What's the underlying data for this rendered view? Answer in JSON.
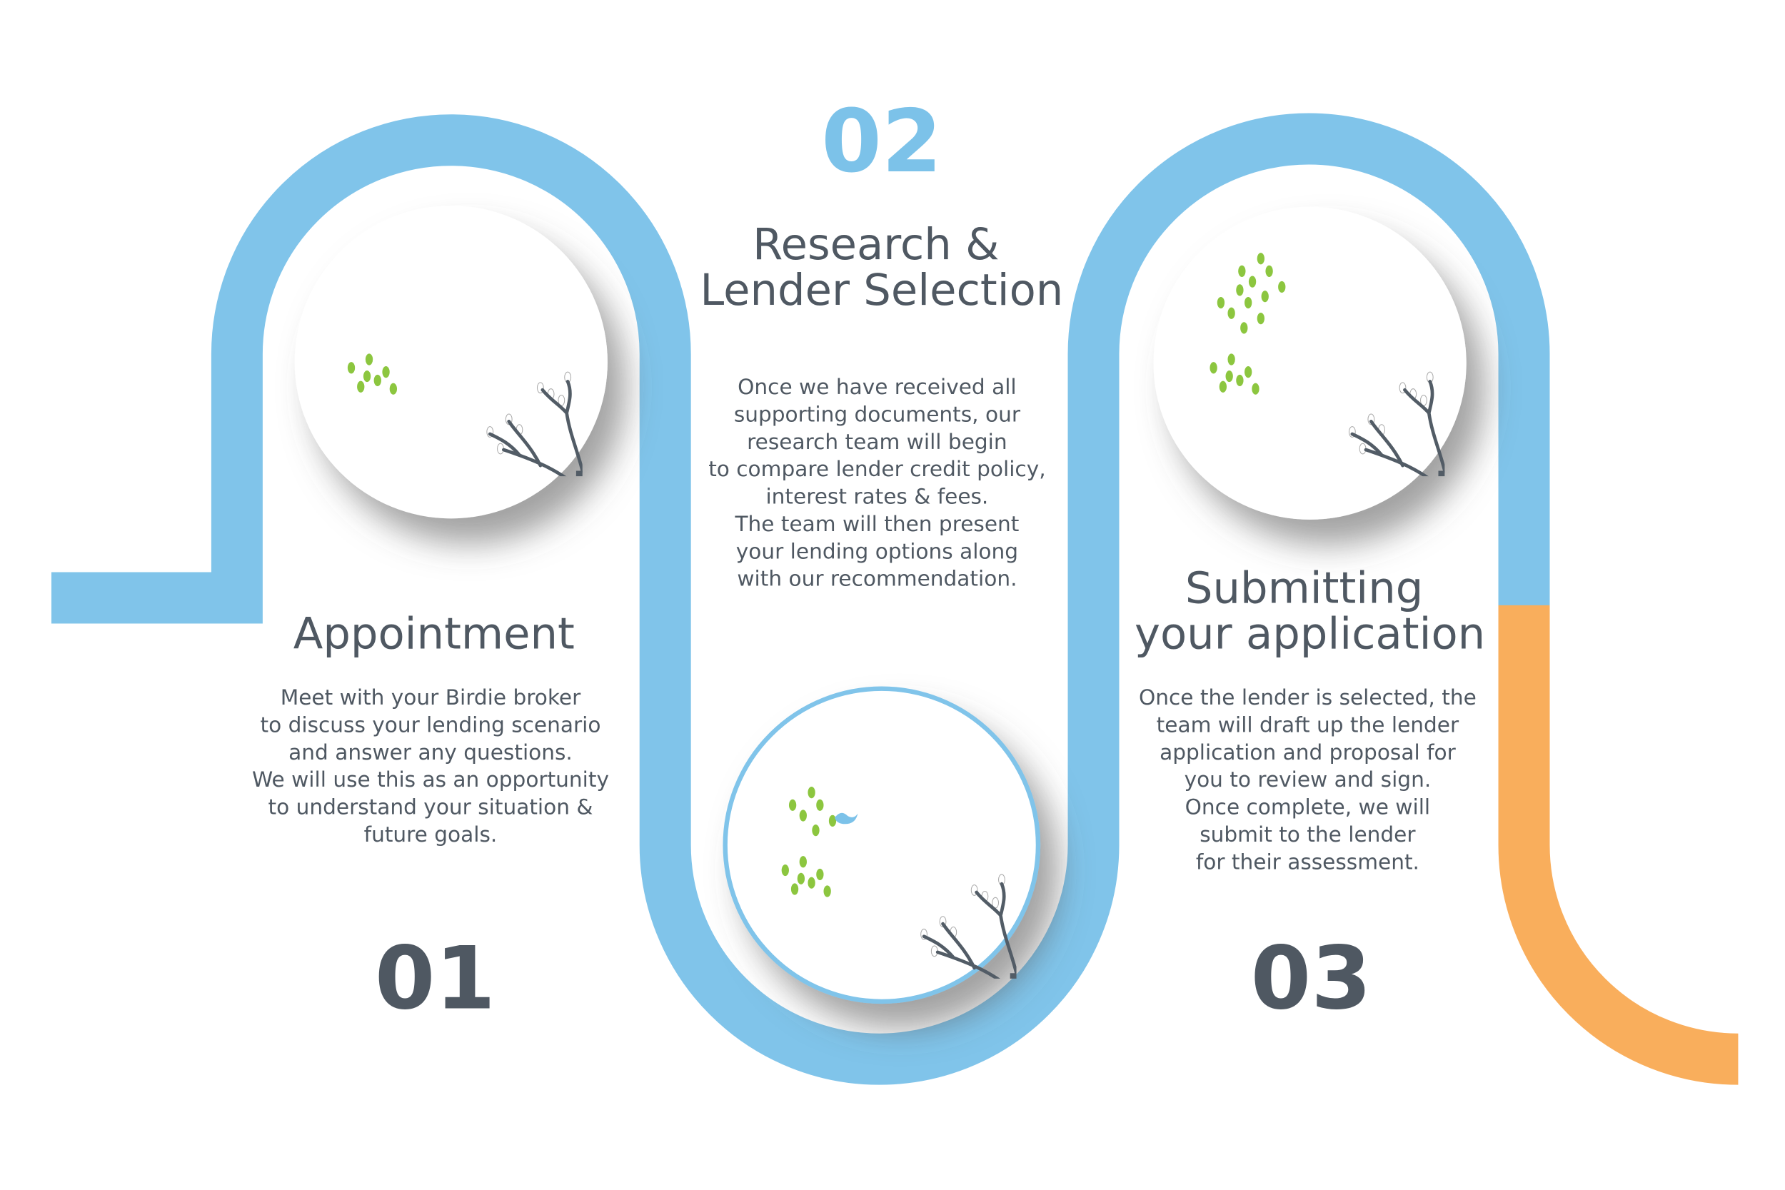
{
  "colors": {
    "path_blue": "#80c4ea",
    "path_orange": "#f9ae5c",
    "text": "#4f5862",
    "number_blue": "#7cc2e9",
    "leaf_green": "#8cc63f",
    "trunk": "#525c66"
  },
  "steps": [
    {
      "number": "01",
      "title_lines": [
        "Appointment"
      ],
      "body_lines": [
        "Meet with your Birdie broker",
        "to discuss your lending scenario",
        "and answer any questions.",
        "We will use this as an opportunity",
        "to understand your situation &",
        "future goals."
      ]
    },
    {
      "number": "02",
      "title_lines": [
        "Research &",
        "Lender Selection"
      ],
      "body_lines": [
        "Once we have received all",
        "supporting documents, our",
        "research team will begin",
        "to compare lender credit policy,",
        "interest rates & fees.",
        "The team will then present",
        "your lending options along",
        "with our recommendation."
      ]
    },
    {
      "number": "03",
      "title_lines": [
        "Submitting",
        "your application"
      ],
      "body_lines": [
        "Once the lender is selected, the",
        "team will draft up the lender",
        "application and proposal for",
        "you to review and sign.",
        "Once complete, we will",
        "submit to the lender",
        "for their assessment."
      ]
    }
  ]
}
